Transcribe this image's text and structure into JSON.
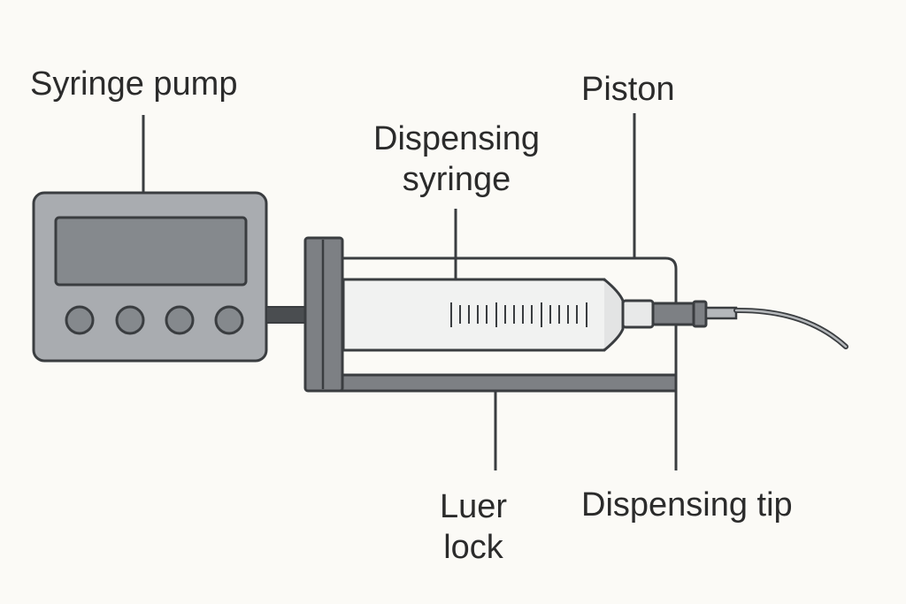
{
  "labels": {
    "syringe_pump": "Syringe pump",
    "piston": "Piston",
    "dispensing_syringe_line1": "Dispensing",
    "dispensing_syringe_line2": "syringe",
    "luer_lock_line1": "Luer",
    "luer_lock_line2": "lock",
    "dispensing_tip": "Dispensing tip"
  },
  "colors": {
    "background": "#fbfaf6",
    "outline": "#3a3d40",
    "pump_body": "#a9acb0",
    "pump_screen": "#85898d",
    "frame": "#7d8084",
    "barrel": "#f1f2f1",
    "text": "#2b2b2b"
  }
}
